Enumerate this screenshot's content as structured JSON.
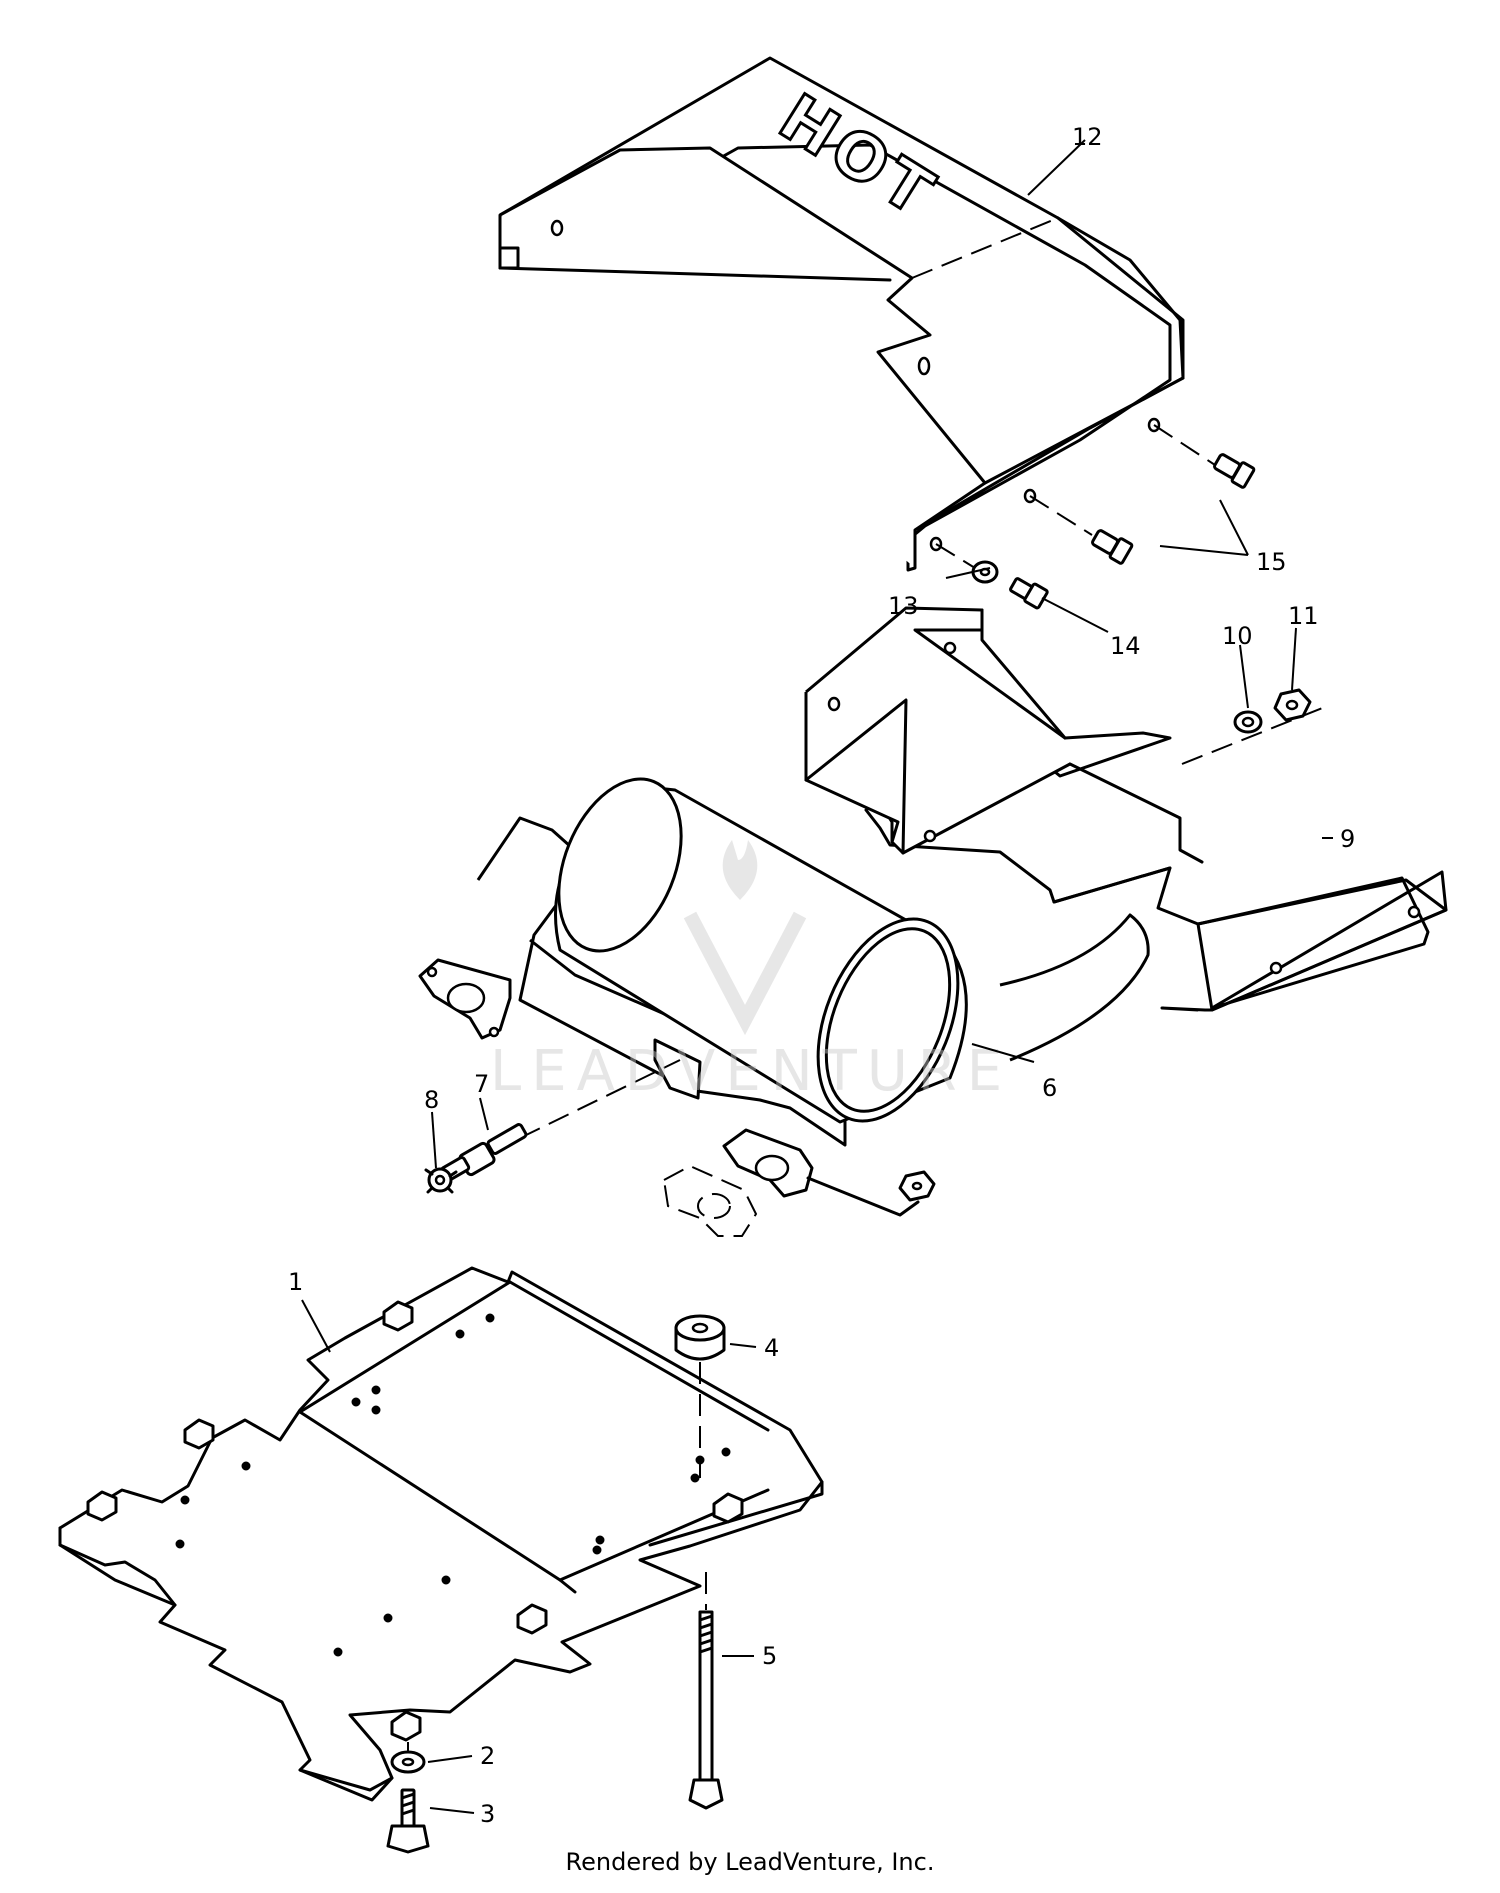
{
  "diagram": {
    "cover_text": "HOT",
    "watermark": "LEADVENTURE",
    "callouts": [
      {
        "id": "1",
        "label": "1"
      },
      {
        "id": "2",
        "label": "2"
      },
      {
        "id": "3",
        "label": "3"
      },
      {
        "id": "4",
        "label": "4"
      },
      {
        "id": "5",
        "label": "5"
      },
      {
        "id": "6",
        "label": "6"
      },
      {
        "id": "7",
        "label": "7"
      },
      {
        "id": "8",
        "label": "8"
      },
      {
        "id": "9",
        "label": "9"
      },
      {
        "id": "10",
        "label": "10"
      },
      {
        "id": "11",
        "label": "11"
      },
      {
        "id": "12",
        "label": "12"
      },
      {
        "id": "13",
        "label": "13"
      },
      {
        "id": "14",
        "label": "14"
      },
      {
        "id": "15",
        "label": "15"
      }
    ]
  },
  "footer": {
    "text": "Rendered by LeadVenture, Inc."
  }
}
